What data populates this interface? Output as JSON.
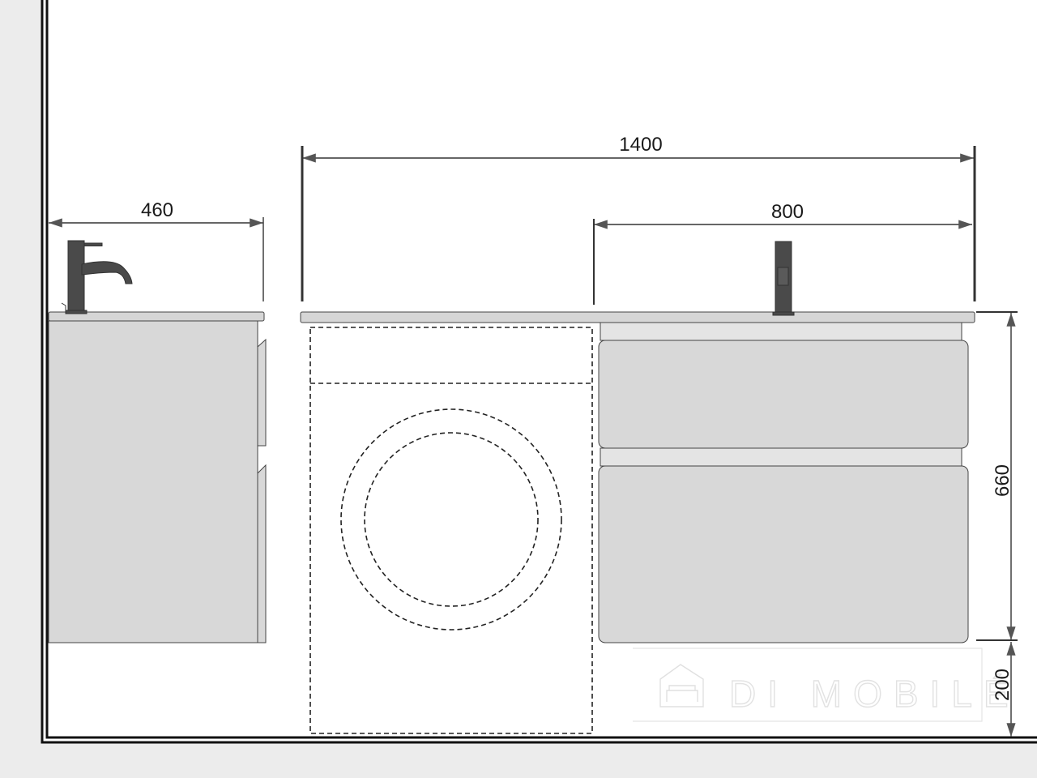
{
  "dimensions": {
    "left_cabinet_depth": "460",
    "countertop_width": "1400",
    "right_cabinet_width": "800",
    "cabinet_height": "660",
    "floor_clearance": "200"
  },
  "watermark": {
    "brand": "DI MOBILÉ",
    "icon": "house-sofa-icon"
  },
  "colors": {
    "cabinet": "#d8d8d8",
    "faucet": "#4a4a4a",
    "line": "#1a1a1a",
    "outside": "#ececec"
  }
}
